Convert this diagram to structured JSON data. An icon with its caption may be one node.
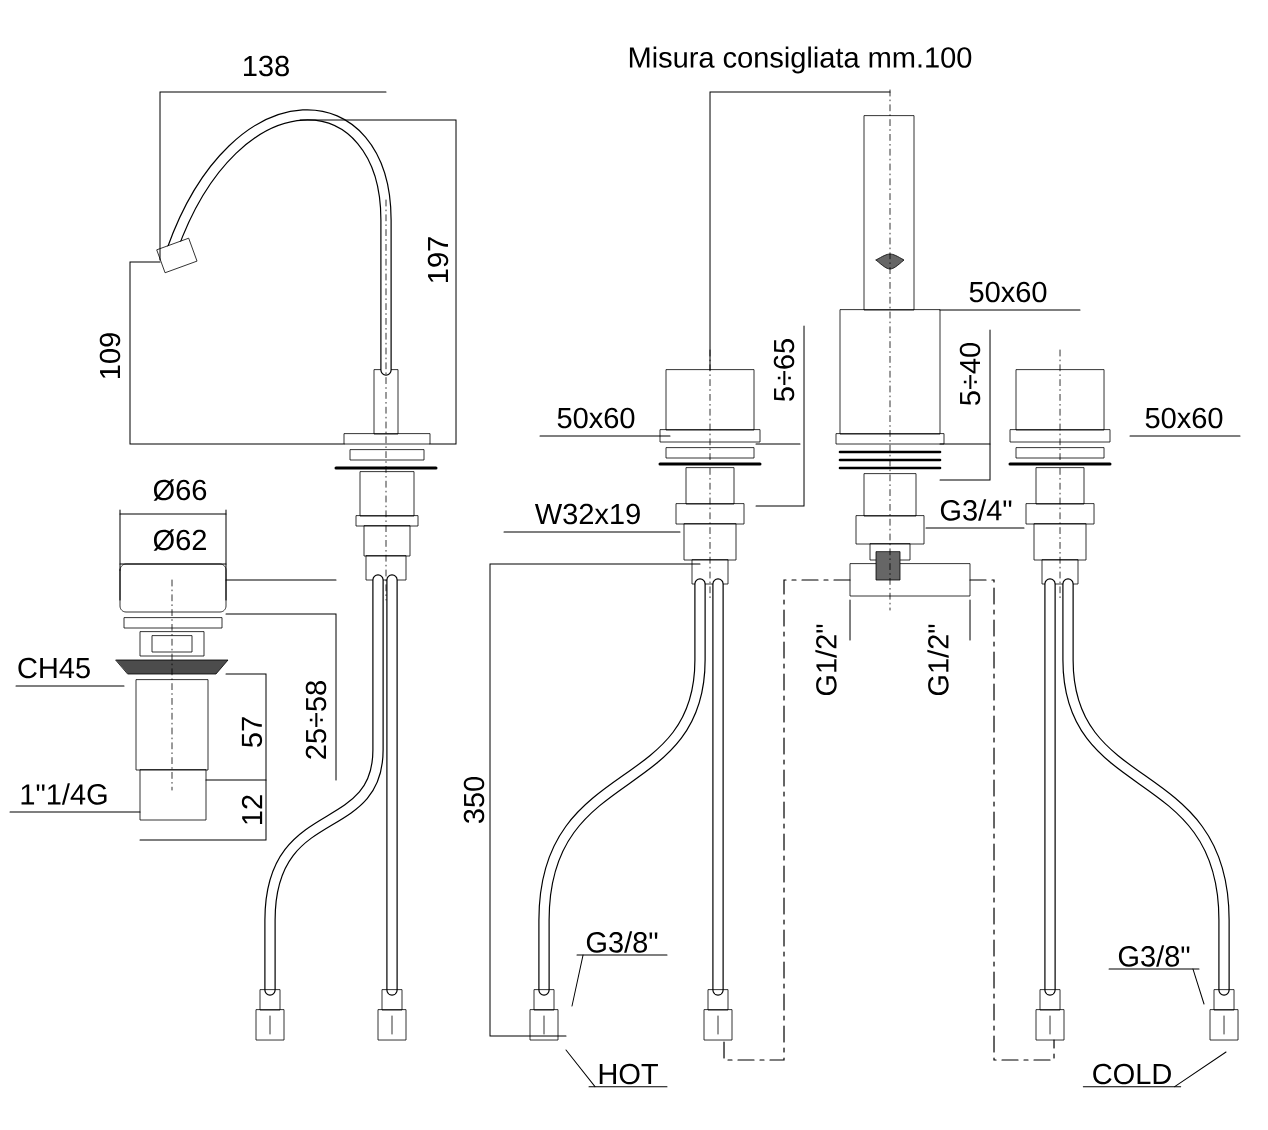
{
  "diagram": {
    "nodes": [
      {
        "text": [
          "G3/8\""
        ]
      },
      {
        "text": [
          "HOT"
        ]
      },
      {
        "text": [
          "G3/8\""
        ]
      },
      {
        "text": [
          "COLD"
        ]
      }
    ],
    "edges": [
      {
        "from": 0,
        "to": null,
        "arrow": "none"
      },
      {
        "from": 1,
        "to": null,
        "arrow": "none"
      },
      {
        "from": 2,
        "to": null,
        "arrow": "none"
      },
      {
        "from": 3,
        "to": null,
        "arrow": "none"
      }
    ],
    "labels": [
      "138",
      "Misura consigliata mm.100",
      "50x60",
      "109",
      "197",
      "5÷65",
      "5÷40",
      "50x60",
      "50x60",
      "Ø66",
      "Ø62",
      "W32x19",
      "G3/4\"",
      "CH45",
      "G1/2\"",
      "G1/2\"",
      "350",
      "57",
      "25÷58",
      "1\"1/4G",
      "12"
    ]
  }
}
